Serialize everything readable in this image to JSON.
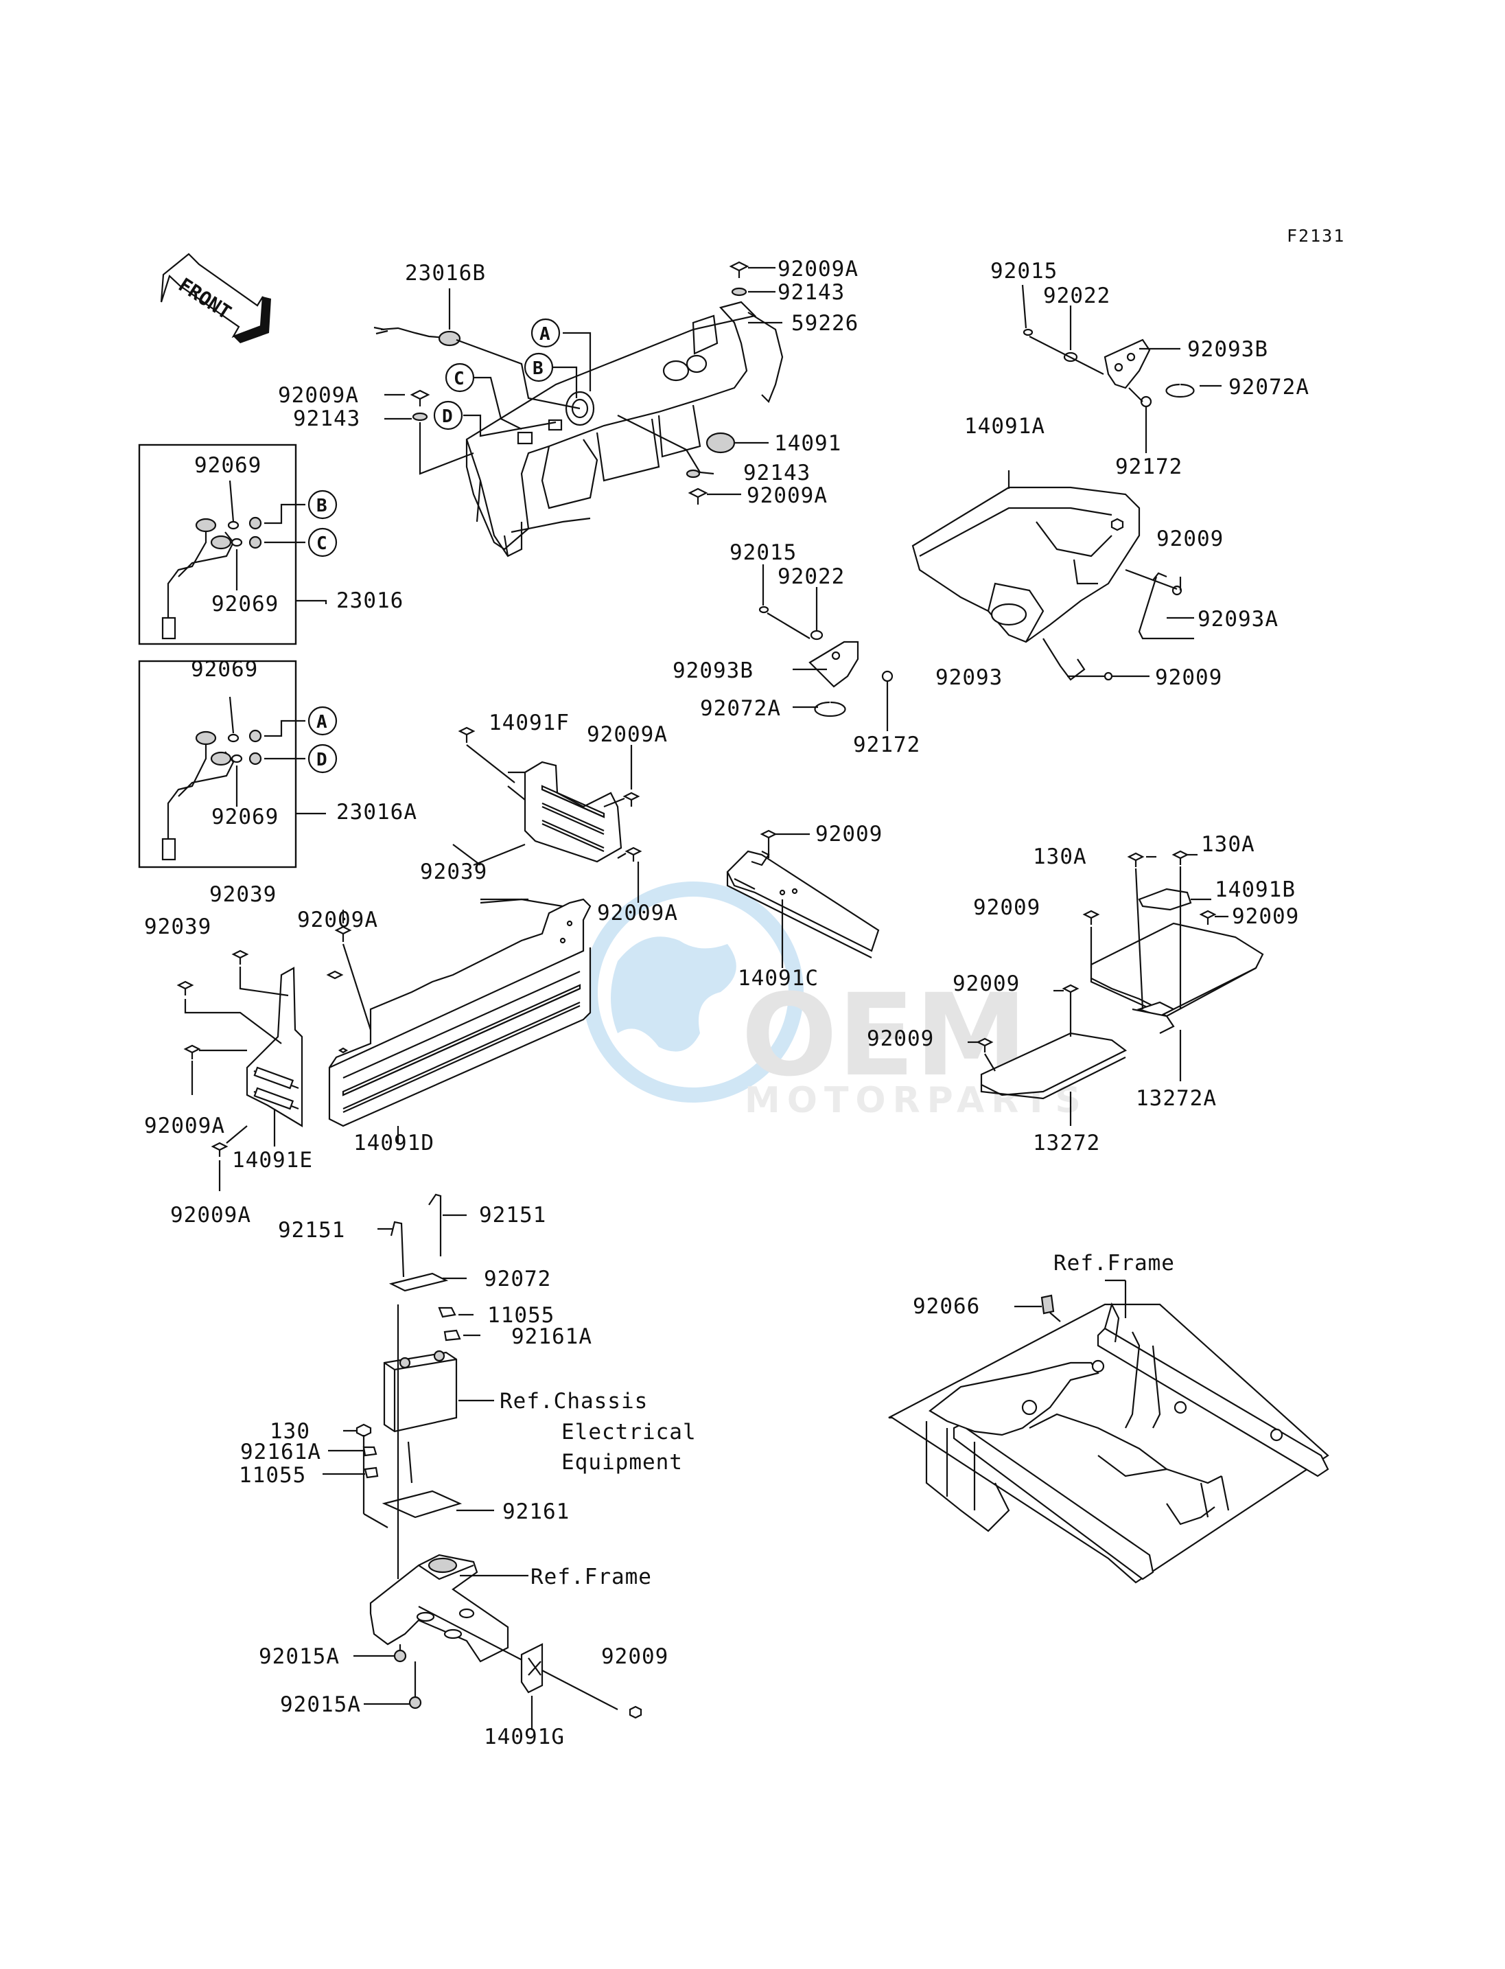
{
  "figure_code": "F2131",
  "front_arrow_text": "FRONT",
  "watermark": {
    "brand": "OEM",
    "sub": "MOTORPARTS"
  },
  "callouts": {
    "A": "A",
    "B": "B",
    "C": "C",
    "D": "D"
  },
  "labels": [
    {
      "id": "l1",
      "text": "23016B"
    },
    {
      "id": "l2",
      "text": "92009A"
    },
    {
      "id": "l3",
      "text": "92143"
    },
    {
      "id": "l4",
      "text": "59226"
    },
    {
      "id": "l5",
      "text": "92009A"
    },
    {
      "id": "l6",
      "text": "92143"
    },
    {
      "id": "l7",
      "text": "14091"
    },
    {
      "id": "l8",
      "text": "92143"
    },
    {
      "id": "l9",
      "text": "92009A"
    },
    {
      "id": "l10",
      "text": "92015"
    },
    {
      "id": "l11",
      "text": "92022"
    },
    {
      "id": "l12",
      "text": "92093B"
    },
    {
      "id": "l13",
      "text": "92072A"
    },
    {
      "id": "l14",
      "text": "14091A"
    },
    {
      "id": "l15",
      "text": "92172"
    },
    {
      "id": "l16",
      "text": "92069"
    },
    {
      "id": "l17",
      "text": "92069"
    },
    {
      "id": "l18",
      "text": "23016"
    },
    {
      "id": "l19",
      "text": "92069"
    },
    {
      "id": "l20",
      "text": "92069"
    },
    {
      "id": "l21",
      "text": "23016A"
    },
    {
      "id": "l22",
      "text": "92015"
    },
    {
      "id": "l23",
      "text": "92022"
    },
    {
      "id": "l24",
      "text": "92093B"
    },
    {
      "id": "l25",
      "text": "92072A"
    },
    {
      "id": "l26",
      "text": "92172"
    },
    {
      "id": "l27",
      "text": "92009"
    },
    {
      "id": "l28",
      "text": "92093A"
    },
    {
      "id": "l29",
      "text": "92093"
    },
    {
      "id": "l30",
      "text": "92009"
    },
    {
      "id": "l31",
      "text": "14091F"
    },
    {
      "id": "l32",
      "text": "92009A"
    },
    {
      "id": "l33",
      "text": "92039"
    },
    {
      "id": "l34",
      "text": "92009A"
    },
    {
      "id": "l35",
      "text": "92009"
    },
    {
      "id": "l36",
      "text": "14091C"
    },
    {
      "id": "l37",
      "text": "130A"
    },
    {
      "id": "l38",
      "text": "130A"
    },
    {
      "id": "l39",
      "text": "14091B"
    },
    {
      "id": "l40",
      "text": "92009"
    },
    {
      "id": "l41",
      "text": "92009"
    },
    {
      "id": "l42",
      "text": "92009"
    },
    {
      "id": "l43",
      "text": "92009"
    },
    {
      "id": "l44",
      "text": "13272A"
    },
    {
      "id": "l45",
      "text": "13272"
    },
    {
      "id": "l46",
      "text": "92039"
    },
    {
      "id": "l47",
      "text": "92039"
    },
    {
      "id": "l48",
      "text": "92009A"
    },
    {
      "id": "l49",
      "text": "92009A"
    },
    {
      "id": "l50",
      "text": "14091E"
    },
    {
      "id": "l51",
      "text": "14091D"
    },
    {
      "id": "l52",
      "text": "92009A"
    },
    {
      "id": "l53",
      "text": "92151"
    },
    {
      "id": "l54",
      "text": "92151"
    },
    {
      "id": "l55",
      "text": "92072"
    },
    {
      "id": "l56",
      "text": "11055"
    },
    {
      "id": "l57",
      "text": "92161A"
    },
    {
      "id": "l58",
      "text": "Ref.Chassis"
    },
    {
      "id": "l59",
      "text": "Electrical"
    },
    {
      "id": "l60",
      "text": "Equipment"
    },
    {
      "id": "l61",
      "text": "130"
    },
    {
      "id": "l62",
      "text": "92161A"
    },
    {
      "id": "l63",
      "text": "11055"
    },
    {
      "id": "l64",
      "text": "92161"
    },
    {
      "id": "l65",
      "text": "Ref.Frame"
    },
    {
      "id": "l66",
      "text": "92015A"
    },
    {
      "id": "l67",
      "text": "92009"
    },
    {
      "id": "l68",
      "text": "92015A"
    },
    {
      "id": "l69",
      "text": "14091G"
    },
    {
      "id": "l70",
      "text": "Ref.Frame"
    },
    {
      "id": "l71",
      "text": "92066"
    }
  ]
}
